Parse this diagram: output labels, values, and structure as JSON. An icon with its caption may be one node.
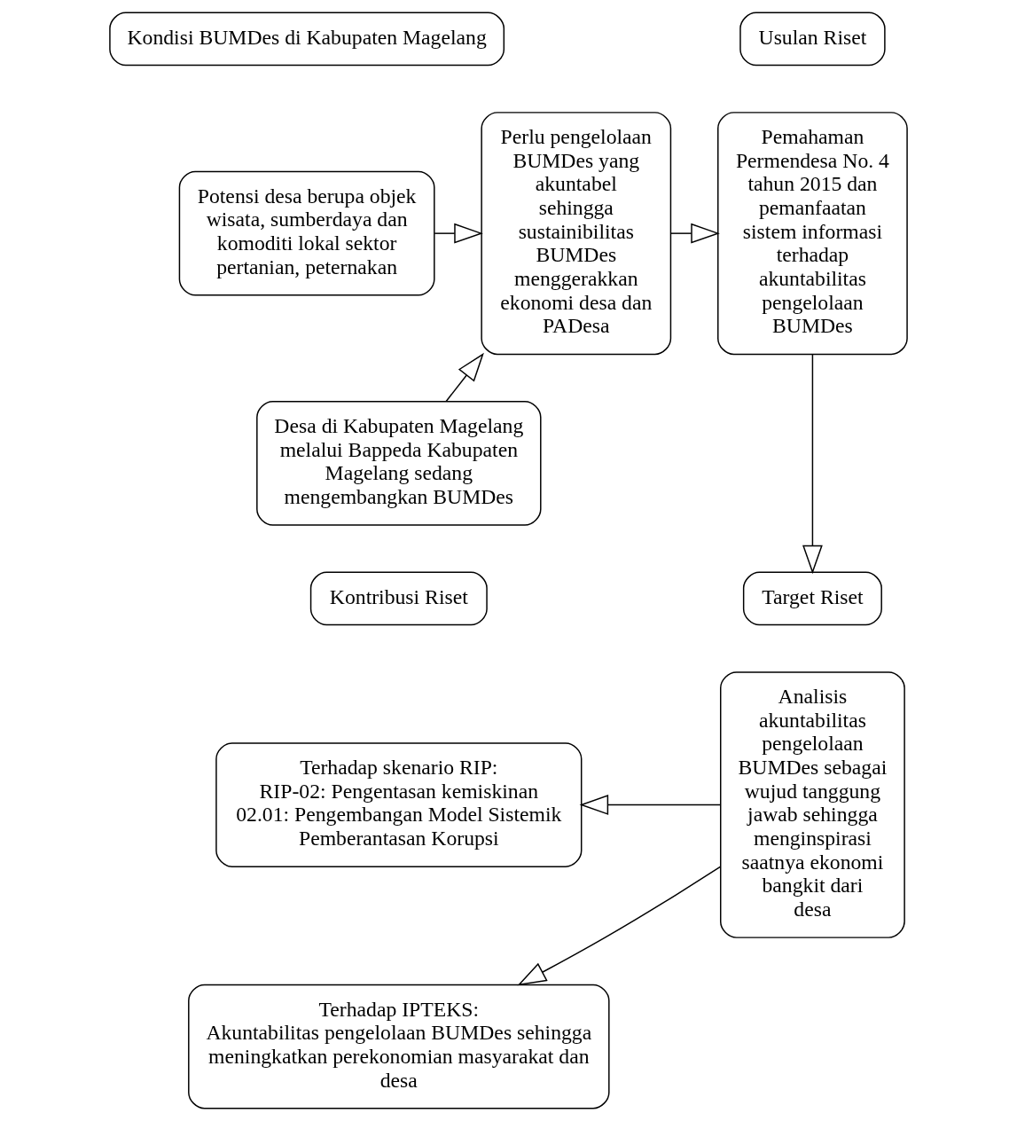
{
  "diagram": {
    "nodes": [
      {
        "text": [
          "Kondisi BUMDes di Kabupaten Magelang"
        ]
      },
      {
        "text": [
          "Usulan Riset"
        ]
      },
      {
        "text": [
          "Potensi desa berupa objek wisata, sumberdaya dan komoditi lokal sektor pertanian, peternakan"
        ]
      },
      {
        "text": [
          "Desa di Kabupaten Magelang melalui Bappeda Kabupaten Magelang sedang mengembangkan BUMDes"
        ]
      },
      {
        "text": [
          "Perlu pengelolaan BUMDes yang akuntabel sehingga sustainibilitas BUMDes menggerakkan ekonomi desa dan PADesa"
        ]
      },
      {
        "text": [
          "Pemahaman Permendesa No. 4 tahun 2015 dan pemanfaatan sistem informasi terhadap akuntabilitas pengelolaan BUMDes"
        ]
      },
      {
        "text": [
          "Kontribusi Riset"
        ]
      },
      {
        "text": [
          "Target Riset"
        ]
      },
      {
        "text": [
          "Terhadap skenario RIP:",
          "RIP-02: Pengentasan kemiskinan",
          "02.01: Pengembangan Model Sistemik Pemberantasan Korupsi"
        ]
      },
      {
        "text": [
          "Terhadap IPTEKS:",
          "Akuntabilitas pengelolaan BUMDes sehingga meningkatkan perekonomian masyarakat dan desa"
        ]
      },
      {
        "text": [
          "Analisis akuntabilitas pengelolaan BUMDes sebagai wujud tanggung jawab sehingga menginspirasi saatnya ekonomi bangkit dari desa"
        ]
      }
    ],
    "edges": [
      {
        "from": 2,
        "to": 4,
        "arrow": "to"
      },
      {
        "from": 3,
        "to": 4,
        "arrow": "to"
      },
      {
        "from": 4,
        "to": 5,
        "arrow": "to"
      },
      {
        "from": 5,
        "to": 7,
        "arrow": "to"
      },
      {
        "from": 10,
        "to": 8,
        "arrow": "to"
      },
      {
        "from": 10,
        "to": 9,
        "arrow": "to"
      }
    ]
  }
}
